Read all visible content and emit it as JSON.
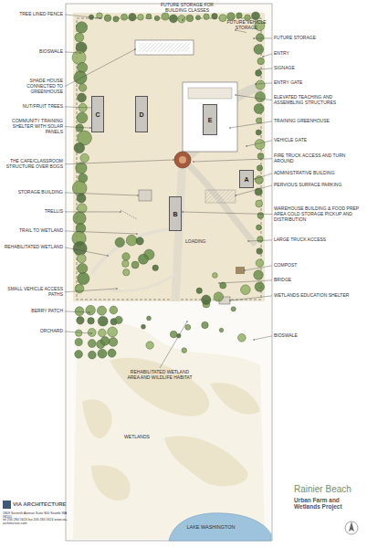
{
  "diagram": {
    "title": "Rainier Beach",
    "nodes": [
      {
        "text": [
          "C"
        ]
      },
      {
        "text": [
          "D"
        ]
      },
      {
        "text": [
          "E"
        ]
      },
      {
        "text": [
          "A"
        ]
      },
      {
        "text": [
          "B"
        ]
      }
    ],
    "labels": [
      "FUTURE STORAGE FOR BUILDING CLASSES",
      "FUTURE VEHICLE STORAGE",
      "FUTURE STORAGE",
      "ENTRY",
      "SIGNAGE",
      "ENTRY GATE",
      "ELEVATED TEACHING AND ASSEMBLING STRUCTURES",
      "TRAINING GREENHOUSE",
      "VEHICLE GATE",
      "FIRE TRUCK ACCESS AND TURN AROUND",
      "ADMINISTRATIVE BUILDING",
      "PERVIOUS SURFACE PARKING",
      "WAREHOUSE BUILDING & FOOD PREP AREA COLD STORAGE PICKUP AND DISTRIBUTION",
      "LARGE TRUCK ACCESS",
      "COMPOST",
      "BRIDGE",
      "WETLANDS EDUCATION SHELTER",
      "BIOSWALE",
      "TREE LINED FENCE",
      "BIOSWALE",
      "SHADE HOUSE CONNECTED TO GREENHOUSE",
      "NUT/FRUIT TREES",
      "COMMUNITY TRAINING SHELTER WITH SOLAR PANELS",
      "THE CAFE/CLASSROOM STRUCTURE OVER BOGS",
      "STORAGE BUILDING",
      "TRELLIS",
      "TRAIL TO WETLAND",
      "REHABILITATED WETLAND",
      "SMALL VEHICLE ACCESS PATHS",
      "BERRY PATCH",
      "ORCHARD",
      "REHABILITATED WETLAND AREA AND WILDLIFE HABITAT",
      "WETLANDS",
      "LAKE WASHINGTON",
      "LOADING",
      "VIA ARCHITECTURE",
      "1809 Seventh Avenue Suite 800 Seattle WA 98101",
      "tel 206 284 5624 fax 206 284 5624 www.via-architecture.com",
      "Urban Farm and Wetlands Project"
    ]
  }
}
